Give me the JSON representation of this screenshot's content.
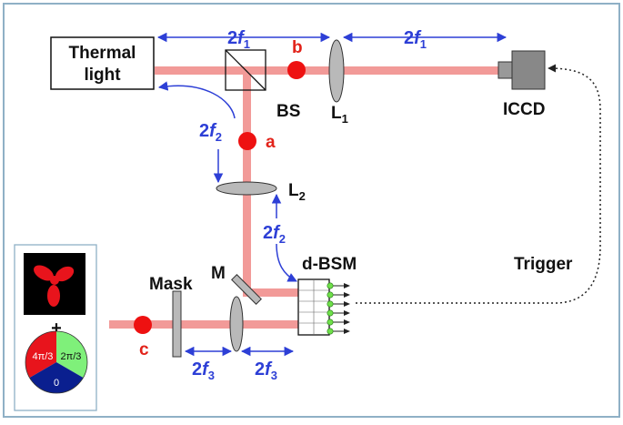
{
  "labels": {
    "thermal_line1": "Thermal",
    "thermal_line2": "light",
    "bs": "BS",
    "lens1": "L",
    "lens1_sub": "1",
    "lens2": "L",
    "lens2_sub": "2",
    "iccd": "ICCD",
    "trigger": "Trigger",
    "dbsm": "d-BSM",
    "mask": "Mask",
    "mirror": "M",
    "plus": "+"
  },
  "points": {
    "a": "a",
    "b": "b",
    "c": "c"
  },
  "distances": {
    "two": "2",
    "f1_sym": "f",
    "f1_sub": "1",
    "f2_sym": "f",
    "f2_sub": "2",
    "f3_sym": "f",
    "f3_sub": "3"
  },
  "phase_plate": {
    "seg_4pi3": "4π/3",
    "seg_2pi3": "2π/3",
    "seg_0": "0"
  },
  "colors": {
    "beam": "#f29a98",
    "point": "#ee1111",
    "arrow": "#2d3fd6",
    "frame": "#8fb0c6",
    "phase_red": "#e8141c",
    "phase_green": "#7ff07a",
    "phase_blue": "#0a1f8f",
    "leaf": "#e8141c",
    "detector_dot": "#6fe04a"
  }
}
